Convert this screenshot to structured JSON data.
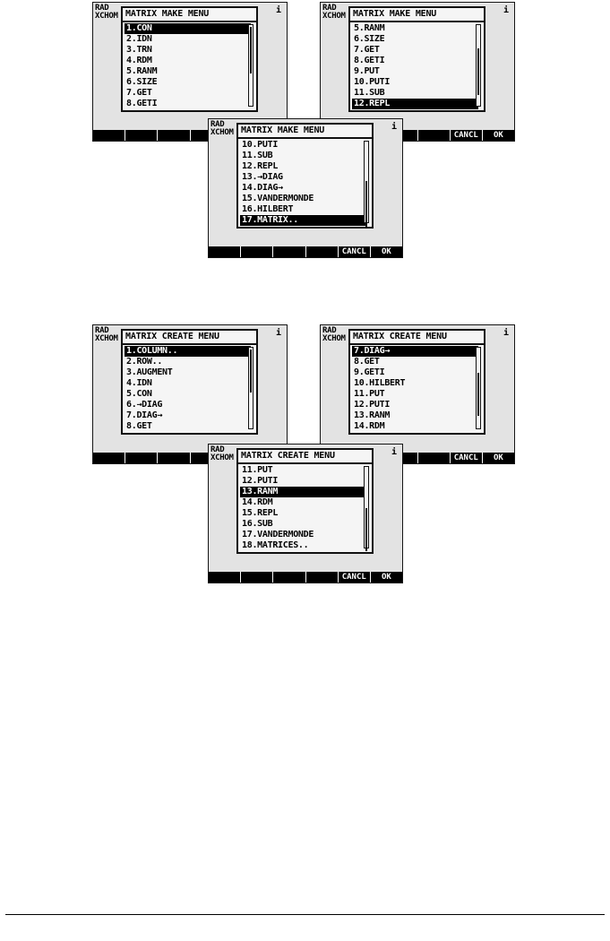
{
  "header_lines": [
    "RAD",
    "XCHOM"
  ],
  "status_icon": "i",
  "softkeys": [
    "",
    "",
    "",
    "",
    "CANCL",
    "OK"
  ],
  "make_title": "MATRIX MAKE MENU",
  "create_title": "MATRIX CREATE MENU",
  "screens": [
    {
      "title": "MATRIX MAKE MENU",
      "items": [
        "1.CON",
        "2.IDN",
        "3.TRN",
        "4.RDM",
        "5.RANM",
        "6.SIZE",
        "7.GET",
        "8.GETI"
      ],
      "selected": "1.CON"
    },
    {
      "title": "MATRIX MAKE MENU",
      "items": [
        "5.RANM",
        "6.SIZE",
        "7.GET",
        "8.GETI",
        "9.PUT",
        "10.PUTI",
        "11.SUB",
        "12.REPL"
      ],
      "selected": "12.REPL"
    },
    {
      "title": "MATRIX MAKE MENU",
      "items": [
        "10.PUTI",
        "11.SUB",
        "12.REPL",
        "13.→DIAG",
        "14.DIAG→",
        "15.VANDERMONDE",
        "16.HILBERT",
        "17.MATRIX.."
      ],
      "selected": "17.MATRIX.."
    },
    {
      "title": "MATRIX CREATE MENU",
      "items": [
        "1.COLUMN..",
        "2.ROW..",
        "3.AUGMENT",
        "4.IDN",
        "5.CON",
        "6.→DIAG",
        "7.DIAG→",
        "8.GET"
      ],
      "selected": "1.COLUMN.."
    },
    {
      "title": "MATRIX CREATE MENU",
      "items": [
        "7.DIAG→",
        "8.GET",
        "9.GETI",
        "10.HILBERT",
        "11.PUT",
        "12.PUTI",
        "13.RANM",
        "14.RDM"
      ],
      "selected": "7.DIAG→"
    },
    {
      "title": "MATRIX CREATE MENU",
      "items": [
        "11.PUT",
        "12.PUTI",
        "13.RANM",
        "14.RDM",
        "15.REPL",
        "16.SUB",
        "17.VANDERMONDE",
        "18.MATRICES.."
      ],
      "selected": "13.RANM"
    }
  ]
}
